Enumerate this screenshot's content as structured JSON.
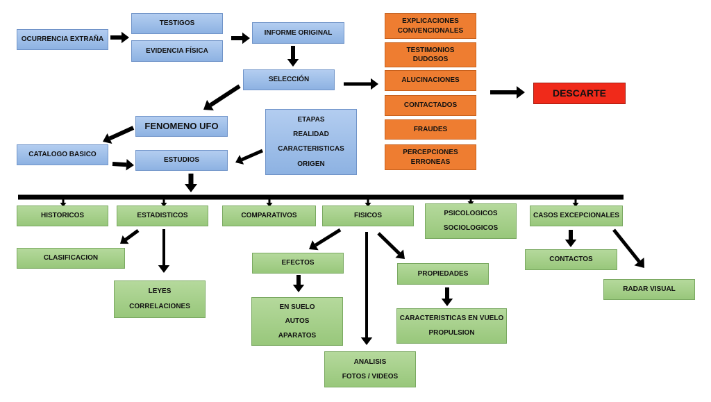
{
  "nodes": {
    "ocurrencia": "OCURRENCIA EXTRAÑA",
    "testigos": "TESTIGOS",
    "evidencia": "EVIDENCIA FÍSICA",
    "informe": "INFORME ORIGINAL",
    "seleccion": "SELECCIÓN",
    "fenomeno": "FENOMENO UFO",
    "catalogo": "CATALOGO BASICO",
    "estudios": "ESTUDIOS",
    "etapas": [
      "ETAPAS",
      "REALIDAD",
      "CARACTERISTICAS",
      "ORIGEN"
    ],
    "explicaciones": [
      "EXPLICACIONES",
      "CONVENCIONALES"
    ],
    "testimonios": [
      "TESTIMONIOS",
      "DUDOSOS"
    ],
    "alucinaciones": "ALUCINACIONES",
    "contactados": "CONTACTADOS",
    "fraudes": "FRAUDES",
    "percepciones": [
      "PERCEPCIONES",
      "ERRONEAS"
    ],
    "descarte": "DESCARTE",
    "historicos": "HISTORICOS",
    "estadisticos": "ESTADISTICOS",
    "comparativos": "COMPARATIVOS",
    "fisicos": "FISICOS",
    "psicologicos": [
      "PSICOLOGICOS",
      "SOCIOLOGICOS"
    ],
    "casos": "CASOS EXCEPCIONALES",
    "clasificacion": "CLASIFICACION",
    "leyes": [
      "LEYES",
      "CORRELACIONES"
    ],
    "efectos": "EFECTOS",
    "en_suelo": [
      "EN SUELO",
      "AUTOS",
      "APARATOS"
    ],
    "analisis": [
      "ANALISIS",
      "FOTOS / VIDEOS"
    ],
    "propiedades": "PROPIEDADES",
    "caracteristicas_vuelo": [
      "CARACTERISTICAS EN VUELO",
      "PROPULSION"
    ],
    "contactos": "CONTACTOS",
    "radar": "RADAR VISUAL"
  },
  "colors": {
    "blue_fill": "#9dbde8",
    "orange_fill": "#ee7d31",
    "red_fill": "#f02a1a",
    "green_fill": "#a6d08b",
    "arrow": "#000000"
  }
}
